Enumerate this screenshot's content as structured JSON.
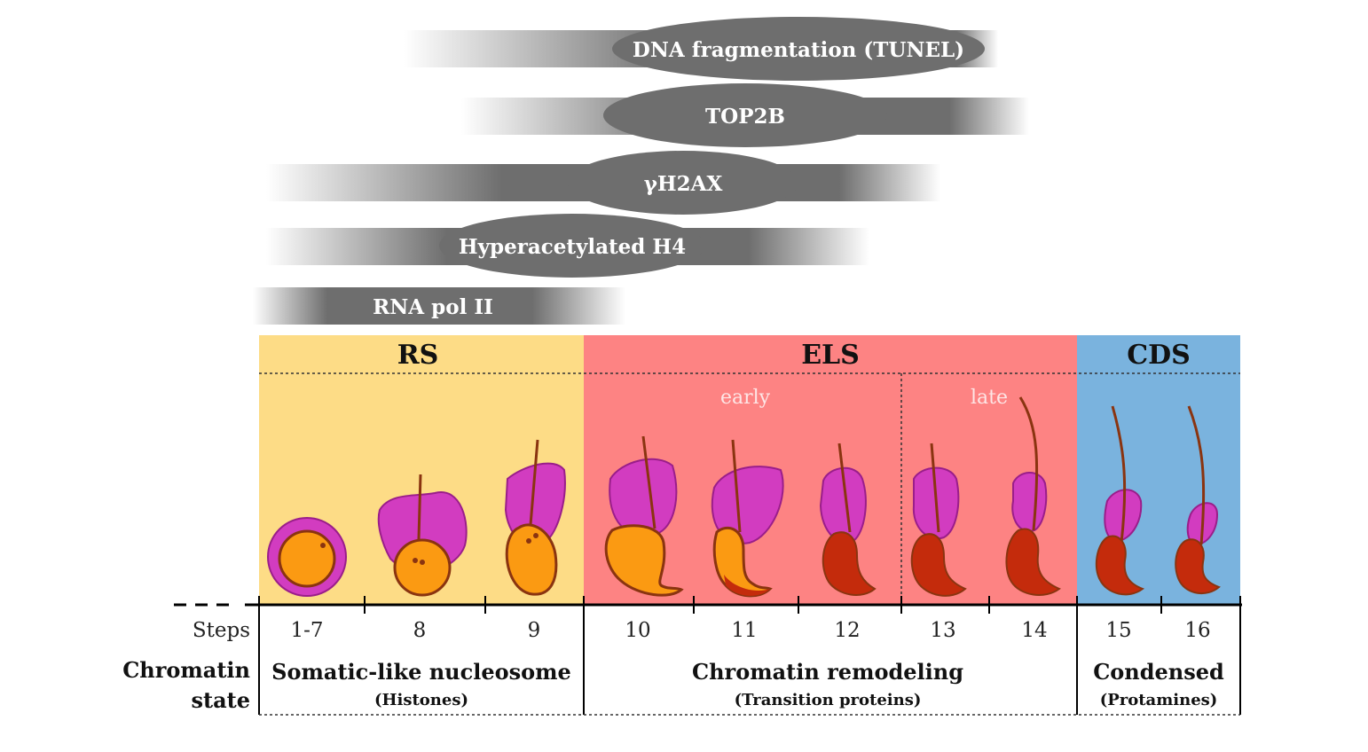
{
  "markers": [
    {
      "label": "DNA fragmentation (TUNEL)"
    },
    {
      "label": "TOP2B"
    },
    {
      "label": "γH2AX"
    },
    {
      "label": "Hyperacetylated H4"
    },
    {
      "label": "RNA pol II"
    }
  ],
  "phases": [
    {
      "name": "RS",
      "color": "#fddc86"
    },
    {
      "name": "ELS",
      "color": "#fd8383"
    },
    {
      "name": "CDS",
      "color": "#7ab3de"
    }
  ],
  "subphases": {
    "early": "early",
    "late": "late"
  },
  "steps_label": "Steps",
  "steps": [
    "1-7",
    "8",
    "9",
    "10",
    "11",
    "12",
    "13",
    "14",
    "15",
    "16"
  ],
  "chromatin_label": {
    "line1": "Chromatin",
    "line2": "state"
  },
  "chromatin_states": [
    {
      "title": "Somatic-like nucleosome",
      "subtitle": "(Histones)"
    },
    {
      "title": "Chromatin remodeling",
      "subtitle": "(Transition proteins)"
    },
    {
      "title": "Condensed",
      "subtitle": "(Protamines)"
    }
  ],
  "colors": {
    "cytoplasm": "#d23cc0",
    "nucleus_round": "#fb9a12",
    "nucleus_condensed": "#c42b0c",
    "outline": "#8a3410",
    "bar": "#6e6e6e"
  }
}
